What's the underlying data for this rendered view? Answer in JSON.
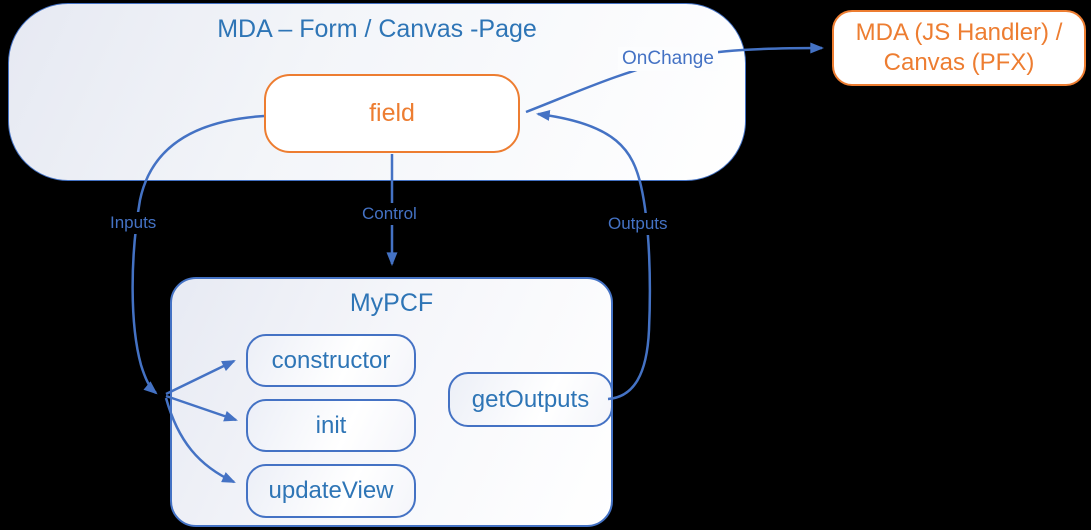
{
  "diagram": {
    "colors": {
      "line_blue": "#4472C4",
      "text_blue": "#2E75B6",
      "orange": "#ED7D31",
      "background": "#000000"
    },
    "form_container": {
      "title": "MDA – Form / Canvas -Page"
    },
    "field_box": {
      "label": "field"
    },
    "handler_box": {
      "line1": "MDA (JS Handler) /",
      "line2": "Canvas (PFX)"
    },
    "pcf_container": {
      "title": "MyPCF",
      "methods": [
        "constructor",
        "init",
        "updateView"
      ],
      "get_outputs_label": "getOutputs"
    },
    "edges": {
      "inputs_label": "Inputs",
      "control_label": "Control",
      "outputs_label": "Outputs",
      "onchange_label": "OnChange"
    }
  }
}
